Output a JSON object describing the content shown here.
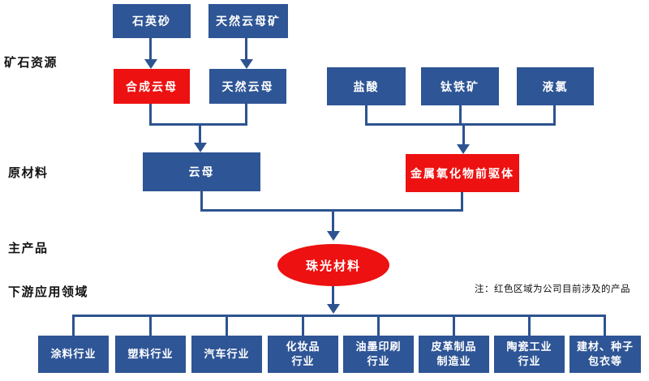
{
  "stages": {
    "ore": "矿石资源",
    "raw": "原材料",
    "main": "主产品",
    "downstream": "下游应用领域"
  },
  "nodes": {
    "quartz_sand": "石英砂",
    "natural_mica_ore": "天然云母矿",
    "synthetic_mica": "合成云母",
    "natural_mica": "天然云母",
    "hydrochloric_acid": "盐酸",
    "ilmenite": "钛铁矿",
    "liquid_chlorine": "液氯",
    "mica": "云母",
    "metal_oxide_precursor": "金属氧化物前驱体",
    "pearl_material": "珠光材料"
  },
  "industries": [
    "涂料行业",
    "塑料行业",
    "汽车行业",
    "化妆品\n行业",
    "油墨印刷\n行业",
    "皮革制品\n制造业",
    "陶瓷工业\n行业",
    "建材、种子\n包衣等"
  ],
  "note": "注：红色区域为公司目前涉及的产品",
  "colors": {
    "box_blue": "#2e5595",
    "box_red": "#ed1111",
    "connector": "#2d5390",
    "label_text": "#111111"
  }
}
